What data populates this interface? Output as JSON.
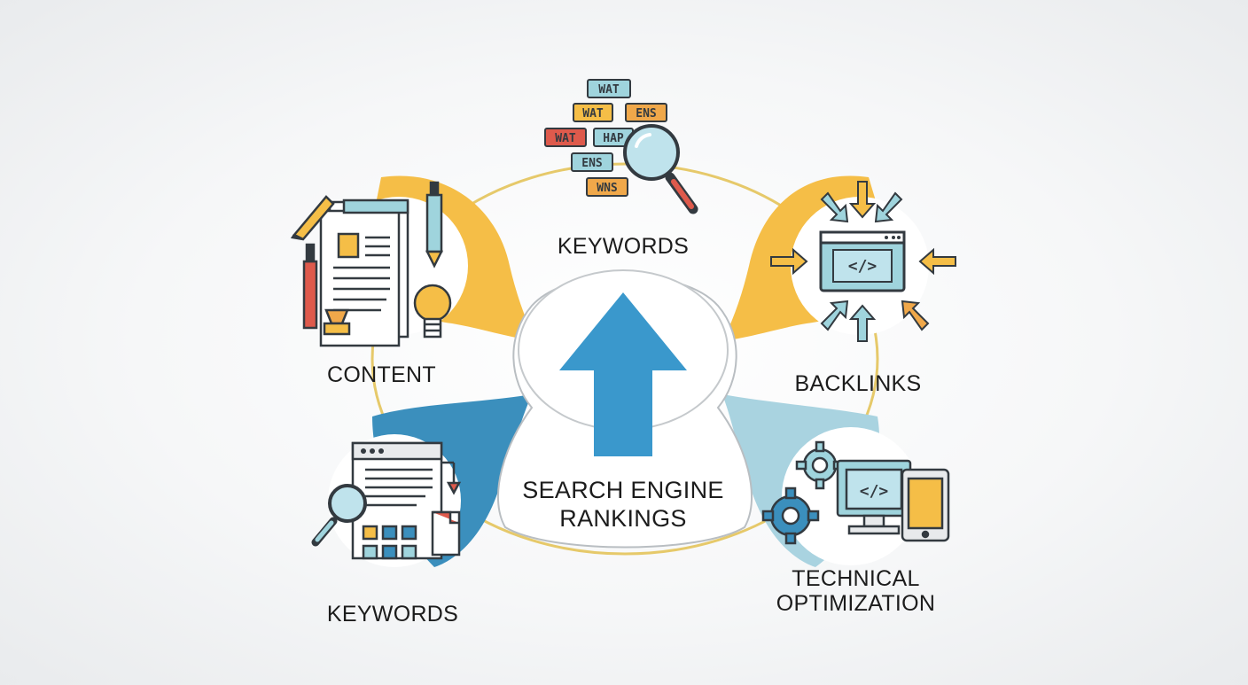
{
  "center": {
    "line1": "SEARCH ENGINE",
    "line2": "RANKINGS"
  },
  "nodes": {
    "keywords_top": "KEYWORDS",
    "content": "CONTENT",
    "backlinks": "BACKLINKS",
    "keywords_bottom": "KEYWORDS",
    "technical_line1": "TECHNICAL",
    "technical_line2": "OPTIMIZATION"
  },
  "keyword_tags": [
    "WAT",
    "WAT",
    "ENS",
    "WAT",
    "HAP",
    "ENS",
    "WNS"
  ],
  "colors": {
    "yellow": "#f5be47",
    "blue_dark": "#3b8fbd",
    "blue_light": "#a9d3e0",
    "arrow_blue": "#3a98cc",
    "red": "#de5a4c",
    "orange": "#f0a84a",
    "teal": "#9fd4dd",
    "outline": "#333a40"
  },
  "icons": {
    "center": "up-arrow-icon",
    "keywords_top": "keyword-tags-magnifier-icon",
    "content": "document-pen-lightbulb-icon",
    "backlinks": "browser-incoming-arrows-icon",
    "keywords_bottom": "webpage-search-icon",
    "technical": "gears-devices-icon"
  }
}
